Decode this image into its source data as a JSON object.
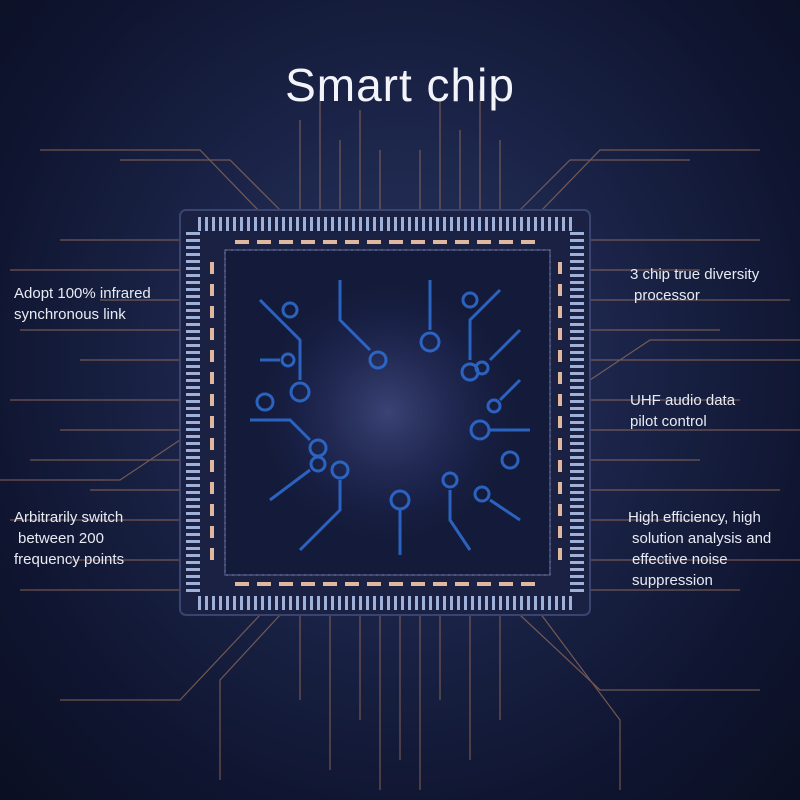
{
  "title": "Smart chip",
  "features": {
    "left_top": [
      "Adopt 100% infrared",
      "synchronous link"
    ],
    "left_bottom": [
      "Arbitrarily switch",
      "between 200",
      "frequency points"
    ],
    "right_top": [
      "3 chip true diversity",
      "processor"
    ],
    "right_middle": [
      "UHF audio data",
      "pilot control"
    ],
    "right_bottom": [
      "High efficiency, high",
      "solution analysis and",
      "effective noise",
      "suppression"
    ]
  },
  "colors": {
    "background": "#141c3a",
    "trace_copper": "#c08866",
    "chip_blue": "#2f6fd6",
    "text": "#e8ebf3"
  }
}
